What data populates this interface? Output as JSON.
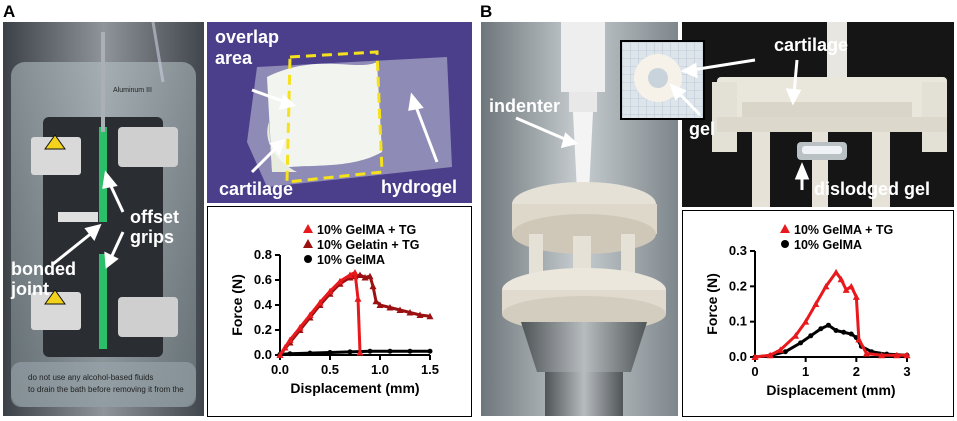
{
  "panels": {
    "a": {
      "letter": "A",
      "labels": {
        "offset_grips": [
          "offset",
          "grips"
        ],
        "bonded_joint": [
          "bonded",
          "joint"
        ],
        "overlap_area": [
          "overlap",
          "area"
        ],
        "cartilage": "cartilage",
        "hydrogel": "hydrogel"
      },
      "photo_text": [
        "Aluminum III",
        "do not use any alcohol-based fluids",
        "to drain the bath before removing it from the"
      ]
    },
    "b": {
      "letter": "B",
      "labels": {
        "indenter": "indenter",
        "gel": "gel",
        "cartilage": "cartilage",
        "dislodged_gel": "dislodged gel"
      }
    }
  },
  "colors": {
    "red": "#e8191c",
    "dark_red": "#9b1112",
    "black": "#000000",
    "plate_blue": "#4b3f8c",
    "dashed_yellow": "#f5e11c"
  },
  "chart_data": [
    {
      "type": "line",
      "xlabel": "Displacement (mm)",
      "ylabel": "Force (N)",
      "xlim": [
        0,
        1.5
      ],
      "ylim": [
        0,
        0.8
      ],
      "xticks": [
        "0.0",
        "0.5",
        "1.0",
        "1.5"
      ],
      "yticks": [
        "0.0",
        "0.2",
        "0.4",
        "0.6",
        "0.8"
      ],
      "legend_position": "top-right",
      "series": [
        {
          "name": "10% GelMA + TG",
          "color": "#e8191c",
          "marker": "triangle",
          "x": [
            0,
            0.05,
            0.1,
            0.2,
            0.3,
            0.4,
            0.5,
            0.6,
            0.7,
            0.75,
            0.78,
            0.8
          ],
          "y": [
            0,
            0.06,
            0.12,
            0.22,
            0.32,
            0.42,
            0.51,
            0.59,
            0.64,
            0.66,
            0.45,
            0.02
          ]
        },
        {
          "name": "10% Gelatin + TG",
          "color": "#9b1112",
          "marker": "triangle",
          "x": [
            0,
            0.1,
            0.2,
            0.3,
            0.4,
            0.5,
            0.6,
            0.7,
            0.75,
            0.8,
            0.85,
            0.9,
            0.93,
            0.96,
            1.0,
            1.1,
            1.2,
            1.3,
            1.4,
            1.5
          ],
          "y": [
            0,
            0.1,
            0.2,
            0.3,
            0.4,
            0.49,
            0.57,
            0.62,
            0.63,
            0.64,
            0.62,
            0.63,
            0.55,
            0.43,
            0.4,
            0.38,
            0.36,
            0.34,
            0.32,
            0.31
          ]
        },
        {
          "name": "10% GelMA",
          "color": "#000000",
          "marker": "circle",
          "x": [
            0,
            0.1,
            0.3,
            0.5,
            0.7,
            0.9,
            1.1,
            1.3,
            1.5
          ],
          "y": [
            0.005,
            0.01,
            0.015,
            0.02,
            0.025,
            0.03,
            0.03,
            0.03,
            0.03
          ]
        }
      ]
    },
    {
      "type": "line",
      "xlabel": "Displacement (mm)",
      "ylabel": "Force (N)",
      "xlim": [
        0,
        3
      ],
      "ylim": [
        0,
        0.3
      ],
      "xticks": [
        "0",
        "1",
        "2",
        "3"
      ],
      "yticks": [
        "0.0",
        "0.1",
        "0.2",
        "0.3"
      ],
      "legend_position": "top-right",
      "series": [
        {
          "name": "10% GelMA + TG",
          "color": "#e8191c",
          "marker": "triangle",
          "x": [
            0,
            0.3,
            0.5,
            0.8,
            1.0,
            1.2,
            1.4,
            1.6,
            1.7,
            1.8,
            1.9,
            2.0,
            2.05,
            2.2,
            2.5,
            2.8,
            3.0
          ],
          "y": [
            0,
            0.005,
            0.02,
            0.06,
            0.1,
            0.15,
            0.2,
            0.24,
            0.22,
            0.19,
            0.2,
            0.17,
            0.05,
            0.01,
            0.005,
            0.005,
            0.005
          ]
        },
        {
          "name": "10% GelMA",
          "color": "#000000",
          "marker": "circle",
          "x": [
            0,
            0.3,
            0.6,
            0.9,
            1.1,
            1.3,
            1.45,
            1.6,
            1.75,
            1.9,
            2.0,
            2.1,
            2.3,
            2.6,
            3.0
          ],
          "y": [
            0,
            0.004,
            0.015,
            0.04,
            0.06,
            0.08,
            0.09,
            0.075,
            0.07,
            0.065,
            0.055,
            0.03,
            0.015,
            0.008,
            0.005
          ]
        }
      ]
    }
  ]
}
